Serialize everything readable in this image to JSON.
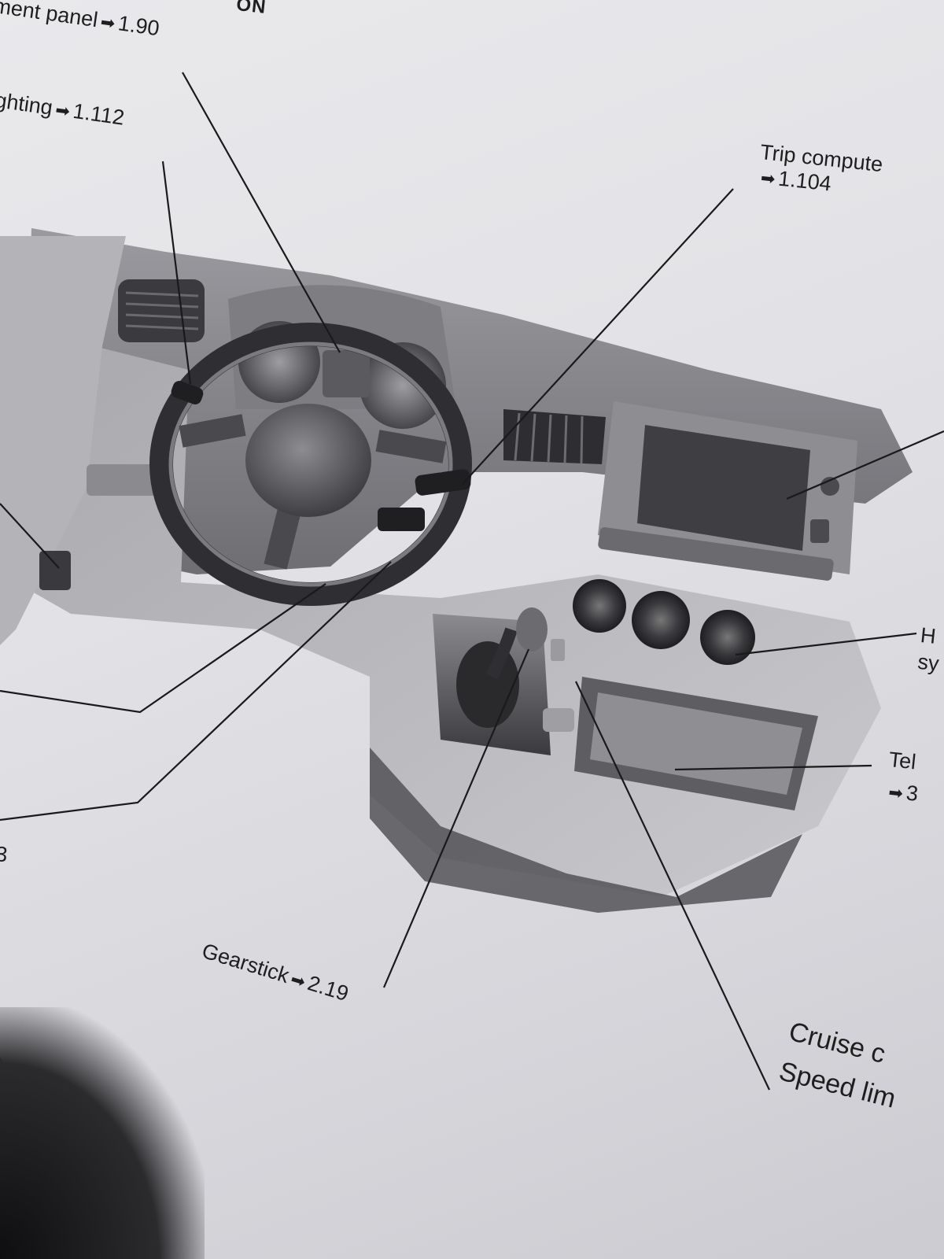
{
  "header": {
    "title_fragment": "ON"
  },
  "callouts": {
    "instrument_panel": {
      "text": "ment panel",
      "ref": "1.90"
    },
    "lighting": {
      "text": "ghting",
      "ref": "1.112"
    },
    "trip_computer": {
      "text": "Trip compute",
      "ref": "1.104"
    },
    "heating": {
      "line1": "H",
      "line2": "sy"
    },
    "telephone": {
      "text": "Tel",
      "ref": "3"
    },
    "gearstick": {
      "text": "Gearstick",
      "ref": "2.19"
    },
    "cruise": {
      "line1": "Cruise c",
      "line2": "Speed lim"
    },
    "left_ref": {
      "text": "3"
    }
  },
  "icons": {
    "arrow": "➡"
  }
}
